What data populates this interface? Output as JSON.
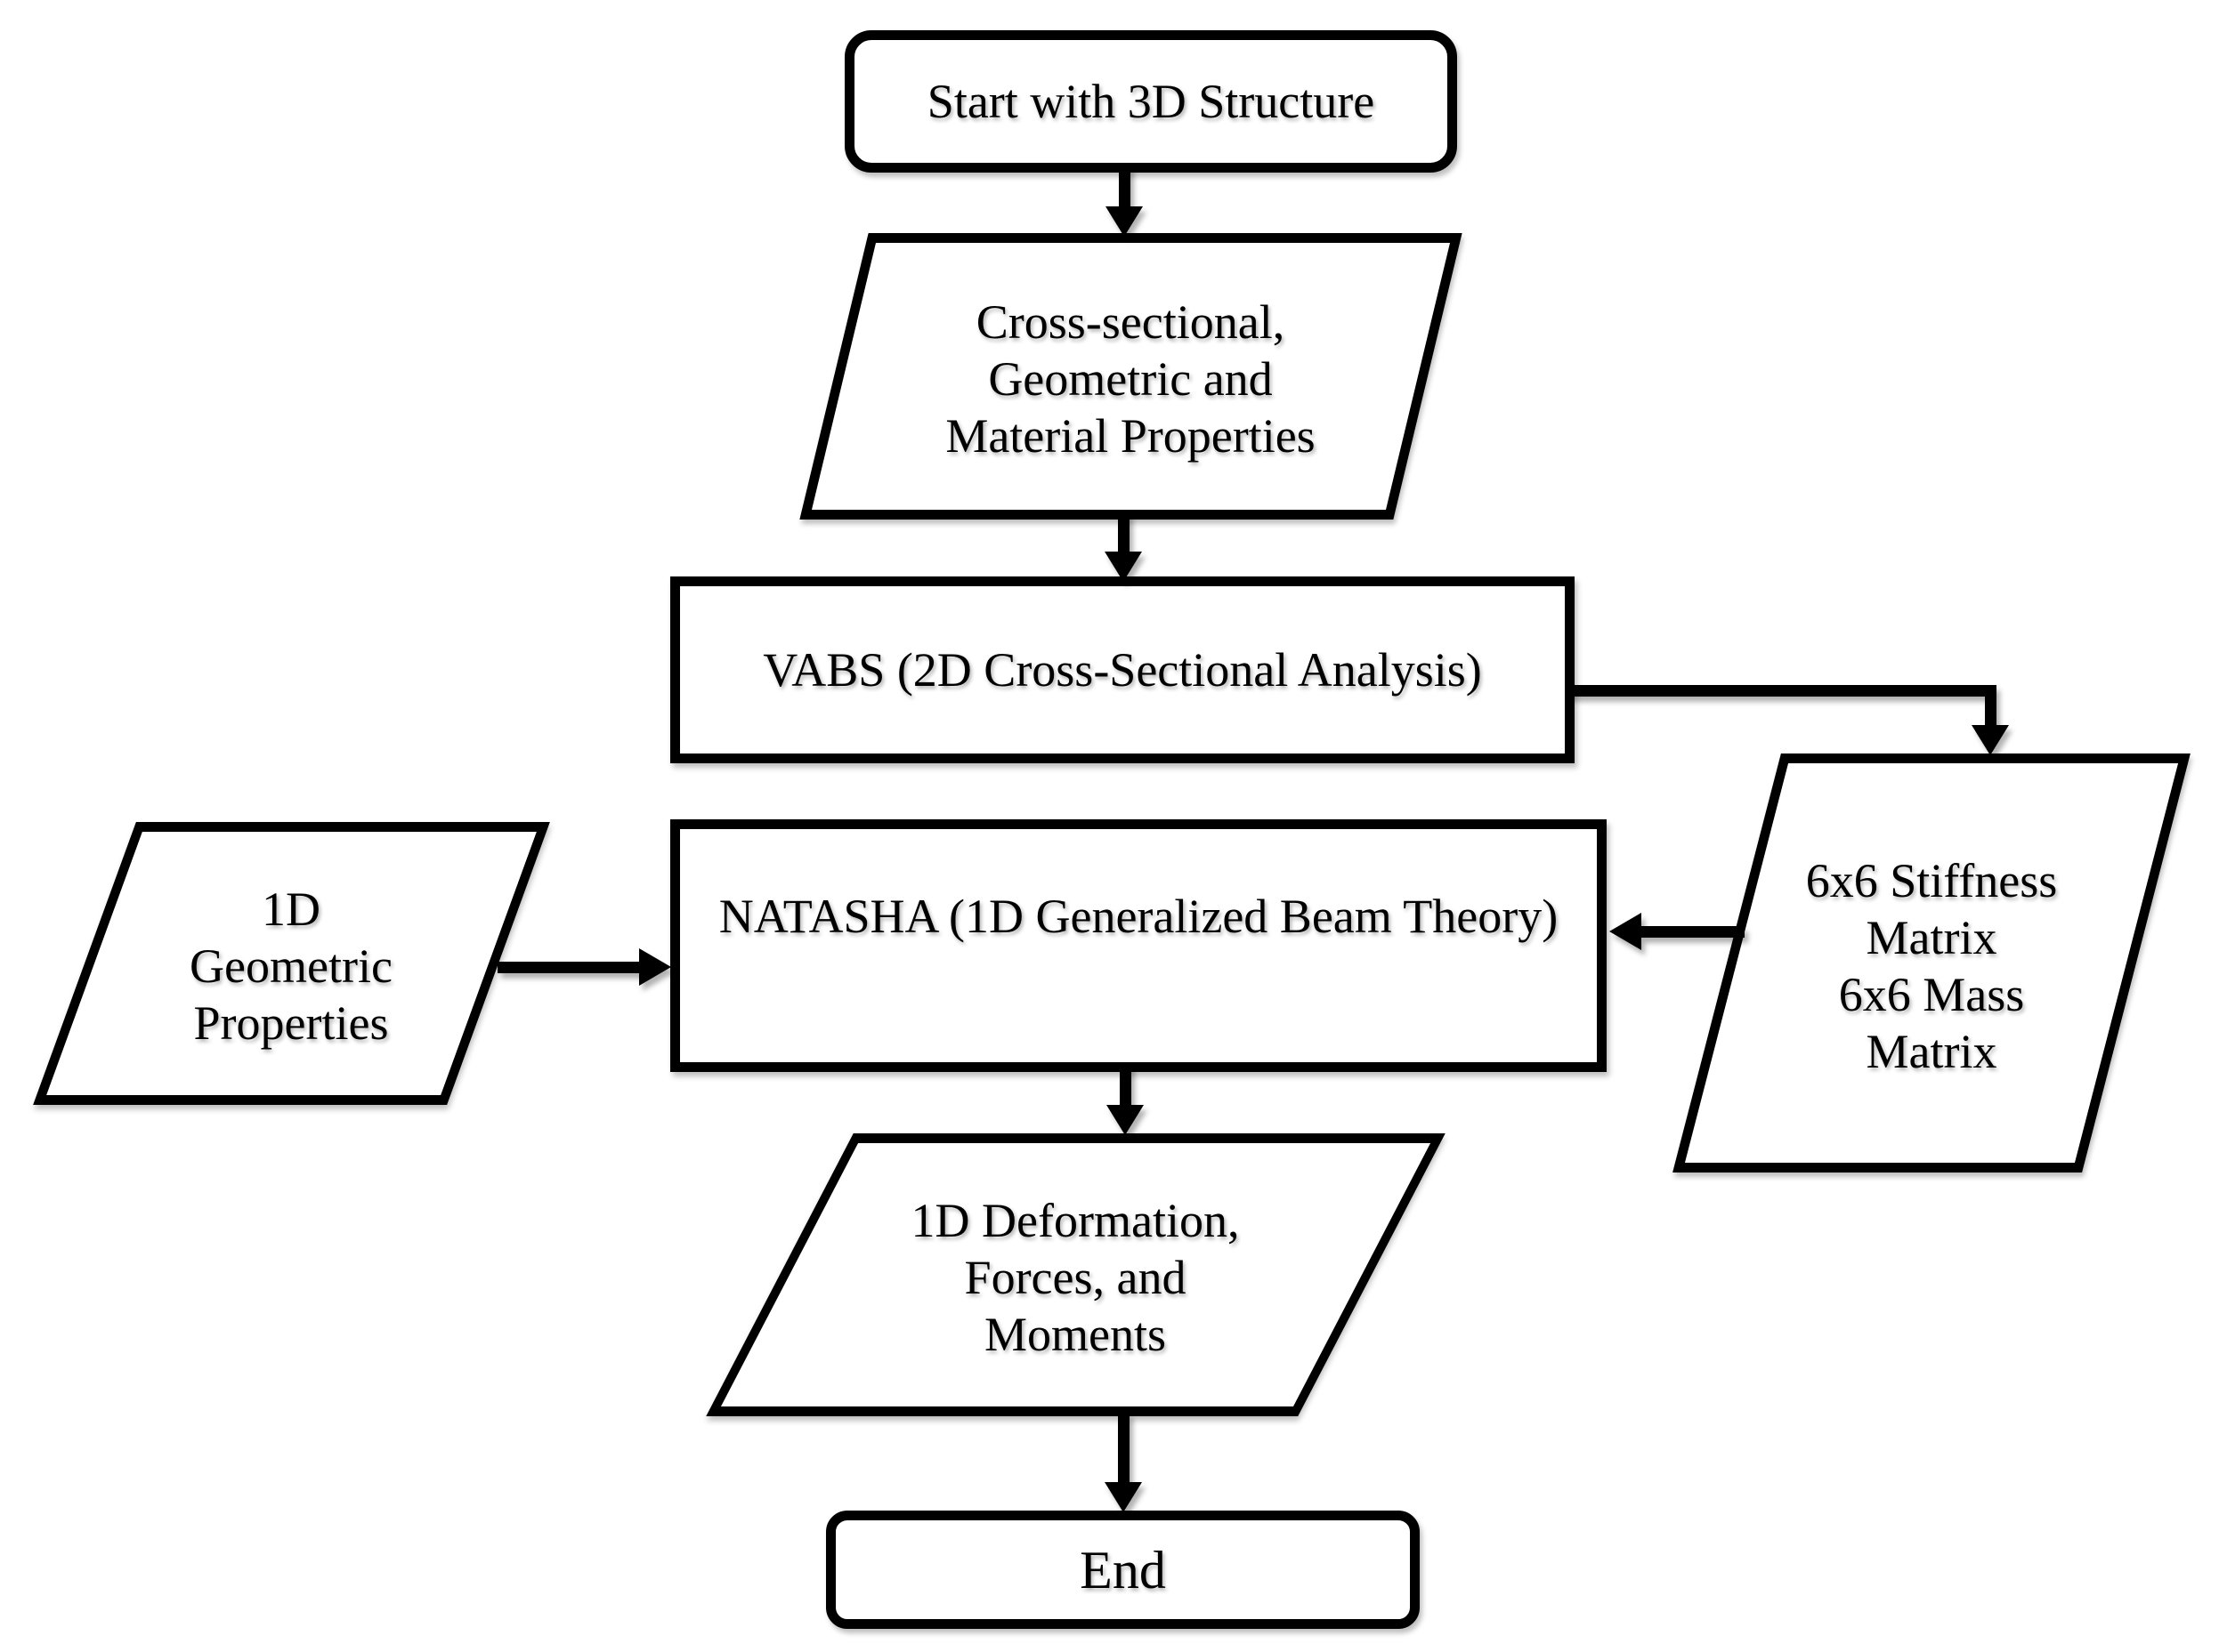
{
  "nodes": {
    "start": {
      "shape": "terminator",
      "label": "Start with 3D Structure"
    },
    "cross_sectional": {
      "shape": "parallelogram",
      "lines": [
        "Cross-sectional,",
        "Geometric and",
        "Material Properties"
      ]
    },
    "vabs": {
      "shape": "process",
      "label": "VABS (2D Cross-Sectional Analysis)"
    },
    "geometric_1d": {
      "shape": "parallelogram",
      "lines": [
        "1D",
        "Geometric",
        "Properties"
      ]
    },
    "natasha": {
      "shape": "process",
      "label": "NATASHA (1D Generalized Beam Theory)"
    },
    "matrices": {
      "shape": "parallelogram",
      "lines": [
        "6x6 Stiffness",
        "Matrix",
        "6x6 Mass",
        "Matrix"
      ]
    },
    "deformation": {
      "shape": "parallelogram",
      "lines": [
        "1D Deformation,",
        "Forces, and",
        "Moments"
      ]
    },
    "end": {
      "shape": "terminator",
      "label": "End"
    }
  },
  "edges": [
    {
      "from": "start",
      "to": "cross_sectional"
    },
    {
      "from": "cross_sectional",
      "to": "vabs"
    },
    {
      "from": "vabs",
      "to": "matrices"
    },
    {
      "from": "matrices",
      "to": "natasha"
    },
    {
      "from": "geometric_1d",
      "to": "natasha"
    },
    {
      "from": "natasha",
      "to": "deformation"
    },
    {
      "from": "deformation",
      "to": "end"
    }
  ],
  "colors": {
    "stroke": "#000000",
    "fill": "#ffffff",
    "background": "#ffffff"
  }
}
